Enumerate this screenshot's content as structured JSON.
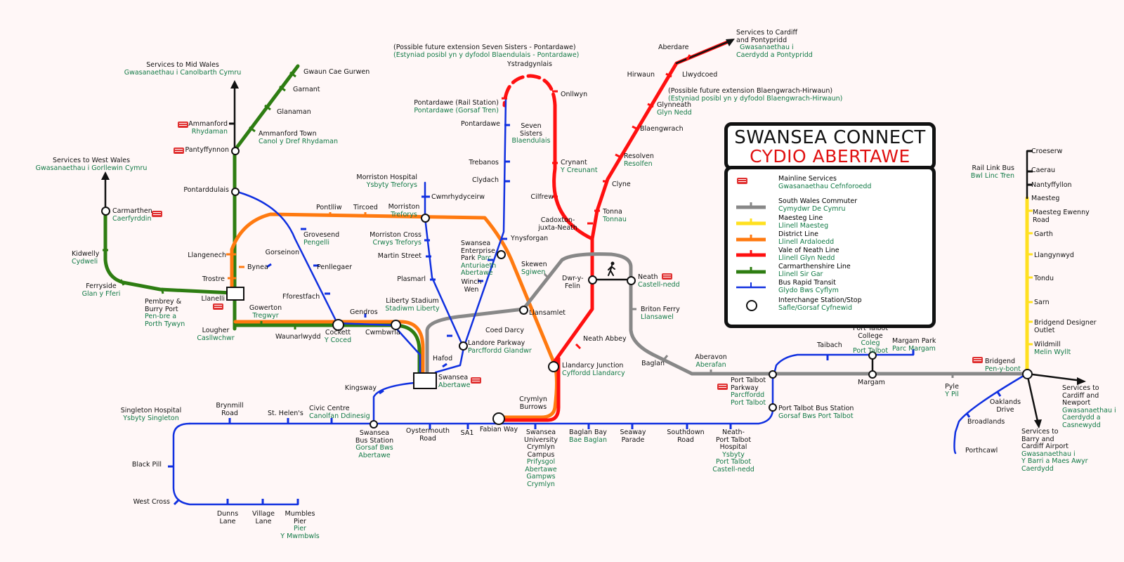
{
  "legend": {
    "title_en": "SWANSEA CONNECT",
    "title_cy": "CYDIO ABERTAWE",
    "items": [
      {
        "en": "Mainline Services",
        "cy": "Gwasanaethau Cefnforoedd",
        "symbol": "rail-icon"
      },
      {
        "en": "South Wales Commuter",
        "cy": "Cymydwr De Cymru",
        "color": "#888888"
      },
      {
        "en": "Maesteg Line",
        "cy": "Llinell Maesteg",
        "color": "#ffe020"
      },
      {
        "en": "District Line",
        "cy": "Llinell Ardaloedd",
        "color": "#ff7a10"
      },
      {
        "en": "Vale of Neath Line",
        "cy": "Llinell Glyn Nedd",
        "color": "#ff1010"
      },
      {
        "en": "Carmarthenshire Line",
        "cy": "Llinell Sir Gar",
        "color": "#2e7d12"
      },
      {
        "en": "Bus Rapid Transit",
        "cy": "Glydo Bws Cyflym",
        "color": "#1030e0"
      },
      {
        "en": "Interchange Station/Stop",
        "cy": "Safle/Gorsaf Cyfnewid",
        "symbol": "interchange-icon"
      }
    ]
  },
  "labels": {
    "mid_wales": {
      "en": "Services to Mid Wales",
      "cy": "Gwasanaethau i Canolbarth Cymru"
    },
    "west_wales": {
      "en": "Services to West Wales",
      "cy": "Gwasanaethau i Gorllewin Cymru"
    },
    "cardiff_ponty": {
      "en1": "Services to Cardiff",
      "en2": "and Pontypridd",
      "cy1": "Gwasanaethau  i",
      "cy2": "Caerdydd a Pontypridd"
    },
    "seven_sisters_ext": {
      "en": "(Possible future extension Seven Sisters - Pontardawe)",
      "cy": "(Estyniad posibl yn y dyfodol Blaendulais - Pontardawe)"
    },
    "hirwaun_ext": {
      "en": "(Possible future extension Blaengwrach-Hirwaun)",
      "cy": "(Estyniad posibl yn y dyfodol Blaengwrach-Hirwaun)"
    },
    "rail_link_bus": {
      "en": "Rail Link Bus",
      "cy": "Bwl Linc Tren"
    },
    "cardiff_newport": {
      "en1": "Services to",
      "en2": "Cardiff and",
      "en3": "Newport",
      "cy1": "Gwasanaethau  i",
      "cy2": "Caerdydd a",
      "cy3": "Casnewydd"
    },
    "barry_airport": {
      "en1": "Services to",
      "en2": "Barry and",
      "en3": "Cardiff Airport",
      "cy1": "Gwasanaethau  i",
      "cy2": "Y Barri a Maes Awyr",
      "cy3": "Caerdydd"
    }
  },
  "stations": {
    "gwaun_cae_gurwen": "Gwaun Cae Gurwen",
    "garnant": "Garnant",
    "glanaman": "Glanaman",
    "ammanford": "Ammanford",
    "ammanford_cy": "Rhydaman",
    "ammanford_town": "Ammanford Town",
    "ammanford_town_cy": "Canol y Dref Rhydaman",
    "pantyffynnon": "Pantyffynnon",
    "pontarddulais": "Pontarddulais",
    "carmarthen": "Carmarthen",
    "carmarthen_cy": "Caerfyrddin",
    "kidwelly": "Kidwelly",
    "kidwelly_cy": "Cydweli",
    "ferryside": "Ferryside",
    "ferryside_cy": "Glan y Fferi",
    "pembrey1": "Pembrey &",
    "pembrey2": "Burry Port",
    "pembrey_cy1": "Pen-bre a",
    "pembrey_cy2": "Porth Tywyn",
    "llanelli": "Llanelli",
    "llangennech": "Llangenech",
    "bynea": "Bynea",
    "trostre": "Trostre",
    "lougher": "Lougher",
    "lougher_cy": "Casllwchwr",
    "gorseinon": "Gorseinon",
    "grovesend": "Grovesend",
    "grovesend_cy": "Pengelli",
    "pontlliw": "Pontlliw",
    "tircoed": "Tircoed",
    "penllegaer": "Penllegaer",
    "fforestfach": "Fforestfach",
    "gowerton": "Gowerton",
    "gowerton_cy": "Tregwyr",
    "waunarlwydd": "Waunarlwydd",
    "cockett": "Cockett",
    "cockett_cy": "Y Coced",
    "gendros": "Gendros",
    "cwmbwrla": "Cwmbwrla",
    "morriston": "Morriston",
    "morriston_cy": "Treforys",
    "morriston_hosp": "Morriston Hospital",
    "morriston_hosp_cy": "Ysbyty Treforys",
    "cwmrhydyceirw": "Cwmrhydyceirw",
    "morriston_cross": "Morriston Cross",
    "morriston_cross_cy": "Crwys Treforys",
    "martin_street": "Martin Street",
    "plasmarl": "Plasmarl",
    "liberty": "Liberty Stadium",
    "liberty_cy": "Stadiwm Liberty",
    "landore": "Landore Parkway",
    "landore_cy": "Parcffordd Glandwr",
    "hafod": "Hafod",
    "swansea": "Swansea",
    "swansea_cy": "Abertawe",
    "sep1": "Swansea",
    "sep2": "Enterprise",
    "sep3": "Park",
    "sep_cy1": "Parc",
    "sep_cy2": "Anturiaeth",
    "sep_cy3": "Abertawe",
    "winch_wen1": "Winch",
    "winch_wen2": "Wen",
    "ynysforgan": "Ynysforgan",
    "pontardawe": "Pontardawe",
    "pontardawe_rail": "Pontardawe (Rail Station)",
    "pontardawe_rail_cy": "Pontardawe (Gorsaf Tren)",
    "trebanos": "Trebanos",
    "clydach": "Clydach",
    "ystradgynlais": "Ystradgynlais",
    "onllwyn": "Onllwyn",
    "seven_sisters1": "Seven",
    "seven_sisters2": "Sisters",
    "seven_sisters_cy": "Blaendulais",
    "crynant": "Crynant",
    "crynant_cy": "Y Creunant",
    "cilfrew": "Cilfrew",
    "cadoxton1": "Cadoxton-",
    "cadoxton2": "juxta-Neath",
    "aberdare": "Aberdare",
    "hirwaun": "Hirwaun",
    "llwydcoed": "Llwydcoed",
    "glynneath": "Glynneath",
    "glynneath_cy": "Glyn Nedd",
    "blaengwrach": "Blaengwrach",
    "resolven": "Resolven",
    "resolven_cy": "Resolfen",
    "clyne": "Clyne",
    "tonna": "Tonna",
    "tonna_cy": "Tonnau",
    "skewen": "Skewen",
    "skewen_cy": "Sgiwen",
    "dwr_y_felin1": "Dwr-y-",
    "dwr_y_felin2": "Felin",
    "neath": "Neath",
    "neath_cy": "Castell-nedd",
    "briton_ferry": "Briton Ferry",
    "briton_ferry_cy": "Llansawel",
    "llansamlet": "Llansamlet",
    "coed_darcy": "Coed Darcy",
    "neath_abbey": "Neath Abbey",
    "llandarcy": "Llandarcy Junction",
    "llandarcy_cy": "Cyffordd Llandarcy",
    "baglan": "Baglan",
    "aberavon": "Aberavon",
    "aberavon_cy": "Aberafan",
    "pt_parkway1": "Port Talbot",
    "pt_parkway2": "Parkway",
    "pt_parkway_cy1": "Parcffordd",
    "pt_parkway_cy2": "Port Talbot",
    "taibach": "Taibach",
    "pt_college1": "Port Talbot",
    "pt_college2": "College",
    "pt_college_cy1": "Coleg",
    "pt_college_cy2": "Port Talbot",
    "margam_park": "Margam Park",
    "margam_park_cy": "Parc Margam",
    "margam": "Margam",
    "pyle": "Pyle",
    "pyle_cy": "Y Pil",
    "bridgend": "Bridgend",
    "bridgend_cy": "Pen-y-bont",
    "pt_bus": "Port Talbot Bus Station",
    "pt_bus_cy": "Gorsaf Bws Port Talbot",
    "croeserw": "Croeserw",
    "caerau": "Caerau",
    "nantyffyllon": "Nantyffyllon",
    "maesteg": "Maesteg",
    "maesteg_ewenny1": "Maesteg Ewenny",
    "maesteg_ewenny2": "Road",
    "garth": "Garth",
    "llangynwyd": "Llangynwyd",
    "tondu": "Tondu",
    "sarn": "Sarn",
    "bdo1": "Bridgend Designer",
    "bdo2": "Outlet",
    "wildmill": "Wildmill",
    "wildmill_cy": "Melin Wyllt",
    "oaklands1": "Oaklands",
    "oaklands2": "Drive",
    "broadlands": "Broadlands",
    "porthcawl": "Porthcawl",
    "singleton": "Singleton Hospital",
    "singleton_cy": "Ysbyty Singleton",
    "brynmill1": "Brynmill",
    "brynmill2": "Road",
    "st_helens": "St. Helen's",
    "civic": "Civic Centre",
    "civic_cy": "Canolfan Ddinesig",
    "kingsway": "Kingsway",
    "bus_station1": "Swansea",
    "bus_station2": "Bus Station",
    "bus_station_cy1": "Gorsaf Bws",
    "bus_station_cy2": "Abertawe",
    "oystermouth1": "Oystermouth",
    "oystermouth2": "Road",
    "sa1": "SA1",
    "fabian": "Fabian Way",
    "crymlyn1": "Crymlyn",
    "crymlyn2": "Burrows",
    "su1": "Swansea",
    "su2": "University",
    "su3": "Crymlyn",
    "su4": "Campus",
    "su_cy1": "Prifysgol",
    "su_cy2": "Abertawe",
    "su_cy3": "Gampws",
    "su_cy4": "Crymlyn",
    "baglan_bay": "Baglan Bay",
    "baglan_bay_cy": "Bae Baglan",
    "seaway1": "Seaway",
    "seaway2": "Parade",
    "southdown1": "Southdown",
    "southdown2": "Road",
    "npt1": "Neath-",
    "npt2": "Port Talbot",
    "npt3": "Hospital",
    "npt_cy1": "Ysbyty",
    "npt_cy2": "Port Talbot",
    "npt_cy3": "Castell-nedd",
    "black_pill": "Black Pill",
    "west_cross": "West Cross",
    "dunns1": "Dunns",
    "dunns2": "Lane",
    "village1": "Village",
    "village2": "Lane",
    "mumbles1": "Mumbles",
    "mumbles2": "Pier",
    "mumbles_cy1": "Pier",
    "mumbles_cy2": "Y Mwmbwls"
  }
}
